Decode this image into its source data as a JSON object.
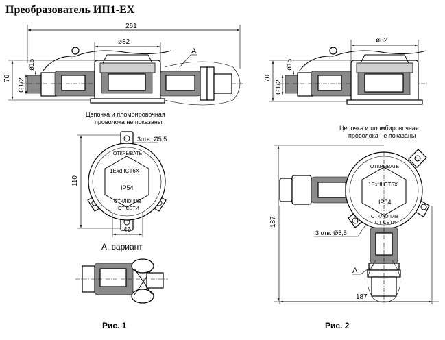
{
  "title": "Преобразователь ИП1-ЕХ",
  "figure1": {
    "caption": "Рис. 1",
    "dim_length": "261",
    "dim_diameter": "ø82",
    "dim_height": "70",
    "dim_small_diameter": "ø15",
    "thread_label": "G1/2",
    "callout_a": "А",
    "note_line1": "Цепочка и пломбировочная",
    "note_line2": "проволока не показаны",
    "holes_label": "3отв. Ø5,5",
    "dim_height_top": "110",
    "dim_width_bottom": "46",
    "plate_open": "ОТКРЫВАТЬ",
    "plate_marking": "1ExdIICT6X",
    "plate_ip": "IP54",
    "plate_disconnect1": "ОТКЛЮЧИВ",
    "plate_disconnect2": "ОТ СЕТИ",
    "variant_label": "А, вариант"
  },
  "figure2": {
    "caption": "Рис. 2",
    "dim_diameter": "ø82",
    "dim_height": "70",
    "dim_small_diameter": "ø15",
    "thread_label": "G1/2",
    "note_line1": "Цепочка и пломбировочная",
    "note_line2": "проволока не показаны",
    "plate_open": "ОТКРЫВАТЬ",
    "plate_marking": "1ExdIICT6X",
    "plate_ip": "IP54",
    "plate_disconnect1": "ОТКЛЮЧИВ",
    "plate_disconnect2": "ОТ СЕТИ",
    "dim_vertical": "187",
    "holes_label": "3 отв. Ø5,5",
    "callout_a": "А",
    "dim_horizontal": "187"
  }
}
